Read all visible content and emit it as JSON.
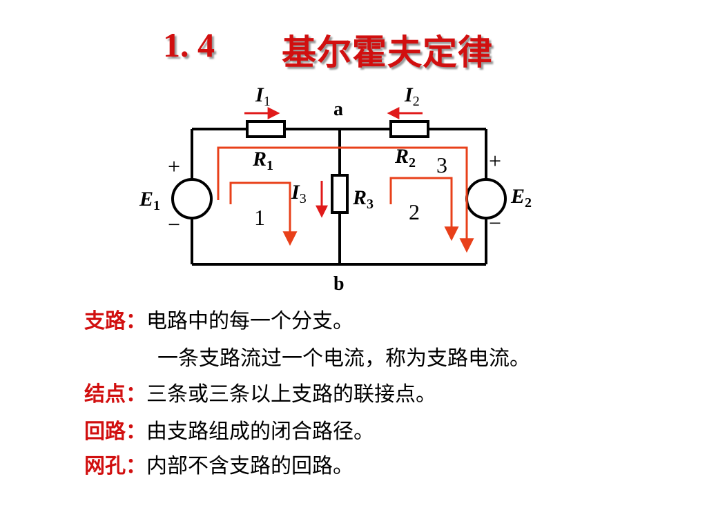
{
  "title": {
    "number": "1. 4",
    "text": "基尔霍夫定律"
  },
  "circuit": {
    "node_a": "a",
    "node_b": "b",
    "currents": {
      "i1": {
        "symbol": "I",
        "sub": "1"
      },
      "i2": {
        "symbol": "I",
        "sub": "2"
      },
      "i3": {
        "symbol": "I",
        "sub": "3"
      }
    },
    "resistors": {
      "r1": {
        "symbol": "R",
        "sub": "1"
      },
      "r2": {
        "symbol": "R",
        "sub": "2"
      },
      "r3": {
        "symbol": "R",
        "sub": "3"
      }
    },
    "sources": {
      "e1": {
        "symbol": "E",
        "sub": "1",
        "plus": "+",
        "minus": "−"
      },
      "e2": {
        "symbol": "E",
        "sub": "2",
        "plus": "+",
        "minus": "−"
      }
    },
    "loops": {
      "l1": "1",
      "l2": "2",
      "l3": "3"
    },
    "colors": {
      "wire": "#000000",
      "arrow": "#e8401a",
      "current_arrow": "#e01a1a"
    }
  },
  "definitions": [
    {
      "term": "支路：",
      "text": "电路中的每一个分支。"
    },
    {
      "term": "",
      "text": "一条支路流过一个电流，称为支路电流。"
    },
    {
      "term": "结点：",
      "text": "三条或三条以上支路的联接点。"
    },
    {
      "term": "回路：",
      "text": "由支路组成的闭合路径。"
    },
    {
      "term": "网孔：",
      "text": "内部不含支路的回路。"
    }
  ]
}
